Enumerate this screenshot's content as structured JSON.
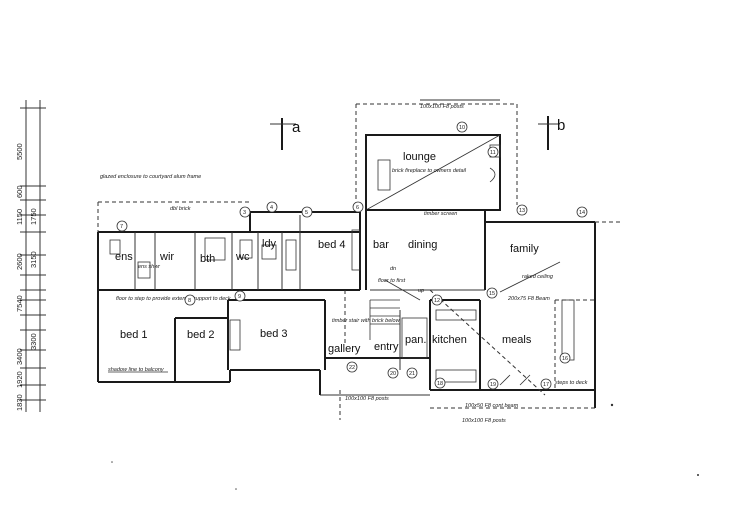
{
  "rooms": {
    "lounge": "lounge",
    "dining": "dining",
    "family": "family",
    "bed4": "bed 4",
    "bar": "bar",
    "ldy": "ldy",
    "wc": "wc",
    "bth": "bth",
    "wir": "wir",
    "ens": "ens",
    "bed1": "bed 1",
    "bed2": "bed 2",
    "bed3": "bed 3",
    "gallery": "gallery",
    "entry": "entry",
    "pan": "pan.",
    "kitchen": "kitchen",
    "meals": "meals"
  },
  "section_markers": {
    "a": "a",
    "b": "b"
  },
  "dimensions_left": [
    "5500",
    "600",
    "1150",
    "1750",
    "2600",
    "3150",
    "7540",
    "3300",
    "3400",
    "1920",
    "1830"
  ],
  "notes": {
    "glazed_enclosure": "glazed enclosure to courtyard alum frame",
    "dbl_brick": "dbl brick",
    "brick_fireplace": "brick fireplace to owners detail",
    "timber_screen": "timber screen",
    "ens_shower": "ens shwr",
    "pan_note": "pan. kitchen",
    "floor_note": "floor to first",
    "gallery_note": "timber stair with brick below",
    "shadow_note": "shadow line to balcony",
    "post_note": "100x100 F8 posts",
    "beam_note": "100x50 F8 cont beam",
    "to_deck": "steps to deck",
    "raked_ceiling": "raked ceiling",
    "up": "up",
    "dn": "dn",
    "top_post_note": "100x100 F8 posts",
    "bottom_post_note": "100x100 F8 posts",
    "meals_beam": "200x75 F8 Beam",
    "bed1_note": "floor to step to provide external support to deck"
  },
  "circled_refs": [
    "10",
    "11",
    "6",
    "13",
    "14",
    "17",
    "18",
    "19",
    "15",
    "16",
    "3",
    "4",
    "5",
    "7",
    "8",
    "9",
    "12",
    "20",
    "21",
    "22"
  ]
}
